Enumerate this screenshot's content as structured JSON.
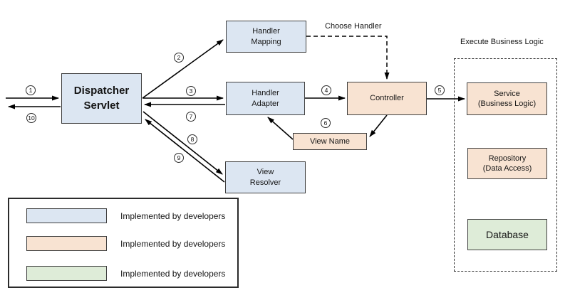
{
  "labels": {
    "choose_handler": "Choose Handler",
    "execute_business_logic": "Execute Business Logic"
  },
  "nodes": {
    "dispatcher_servlet": {
      "label": "Dispatcher\nServlet"
    },
    "handler_mapping": {
      "label": "Handler\nMapping"
    },
    "handler_adapter": {
      "label": "Handler\nAdapter"
    },
    "controller": {
      "label": "Controller"
    },
    "view_name": {
      "label": "View Name"
    },
    "view_resolver": {
      "label": "View\nResolver"
    },
    "service": {
      "label": "Service\n(Business Logic)"
    },
    "repository": {
      "label": "Repository\n(Data Access)"
    },
    "database": {
      "label": "Database"
    }
  },
  "steps": [
    "1",
    "2",
    "3",
    "4",
    "5",
    "6",
    "7",
    "8",
    "9",
    "10"
  ],
  "legend": {
    "items": [
      {
        "label": "Implemented by developers",
        "color": "#dce6f2"
      },
      {
        "label": "Implemented by developers",
        "color": "#f8e3d2"
      },
      {
        "label": "Implemented by developers",
        "color": "#deecd8"
      }
    ]
  },
  "colors": {
    "box_blue": "#dce6f2",
    "box_orange": "#f8e3d2",
    "box_green": "#deecd8",
    "box_border": "#3f3f3f",
    "arrow": "#000000",
    "background": "#ffffff"
  }
}
